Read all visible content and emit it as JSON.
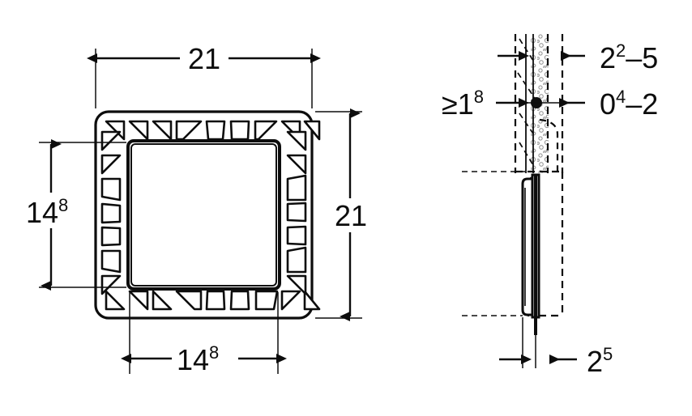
{
  "drawing": {
    "type": "technical-dimension-drawing",
    "background_color": "#ffffff",
    "line_color": "#0d0d0d",
    "views": [
      {
        "name": "front-view",
        "description": "Square grated cover plate with decorative perforated border frame"
      },
      {
        "name": "section-view",
        "description": "Vertical wall section showing mounting depth of actuator plate"
      }
    ]
  },
  "dimensions": {
    "front_top": {
      "name": "overall-width",
      "value": "21",
      "sup": ""
    },
    "front_right": {
      "name": "overall-height",
      "value": "21",
      "sup": ""
    },
    "front_left": {
      "name": "inner-opening-height",
      "value": "14",
      "sup": "8"
    },
    "front_bottom": {
      "name": "inner-opening-width",
      "value": "14",
      "sup": "8"
    },
    "section_top": {
      "name": "wall-thickness-range",
      "value": "2",
      "sup": "2",
      "suffix": "–5"
    },
    "section_middle": {
      "name": "recess-offset-range",
      "value": "0",
      "sup": "4",
      "suffix": "–2"
    },
    "section_left": {
      "name": "minimum-wall-depth",
      "prefix": "≥",
      "value": "1",
      "sup": "8"
    },
    "section_bottom": {
      "name": "plate-projection",
      "value": "2",
      "sup": "5"
    }
  },
  "labels": {
    "top_width": "21",
    "right_height": "21",
    "left_height_base": "14",
    "left_height_sup": "8",
    "bottom_width_base": "14",
    "bottom_width_sup": "8",
    "sec_top_base": "2",
    "sec_top_sup": "2",
    "sec_top_suffix": "–5",
    "sec_mid_base": "0",
    "sec_mid_sup": "4",
    "sec_mid_suffix": "–2",
    "sec_left_prefix": "≥",
    "sec_left_base": "1",
    "sec_left_sup": "8",
    "sec_bottom_base": "2",
    "sec_bottom_sup": "5"
  }
}
